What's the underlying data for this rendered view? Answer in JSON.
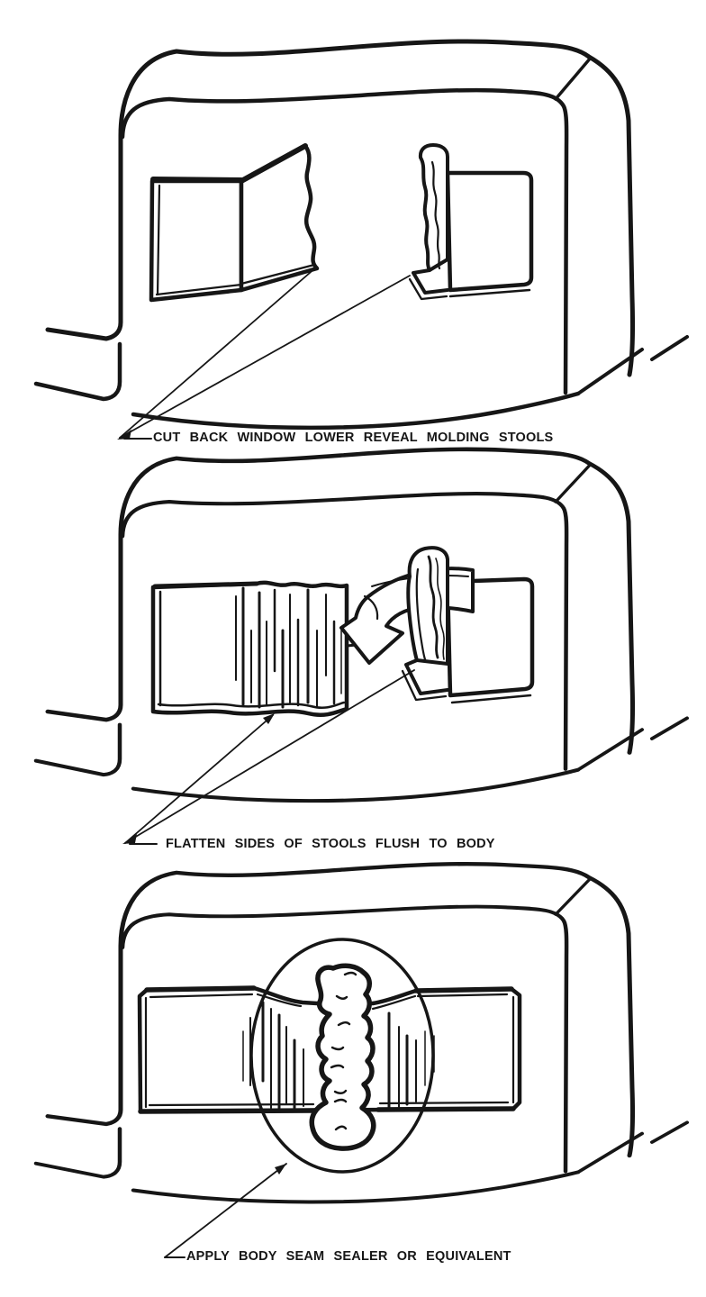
{
  "figure": {
    "type": "technical-illustration",
    "colors": {
      "ink": "#161616",
      "paper": "#ffffff"
    },
    "panels": [
      {
        "id": "cut-back-stools",
        "caption": "CUT BACK WINDOW LOWER REVEAL MOLDING STOOLS"
      },
      {
        "id": "flatten-stools",
        "caption": "FLATTEN SIDES OF STOOLS FLUSH TO BODY"
      },
      {
        "id": "apply-seam-sealer",
        "caption": "APPLY BODY SEAM SEALER OR EQUIVALENT"
      }
    ]
  }
}
